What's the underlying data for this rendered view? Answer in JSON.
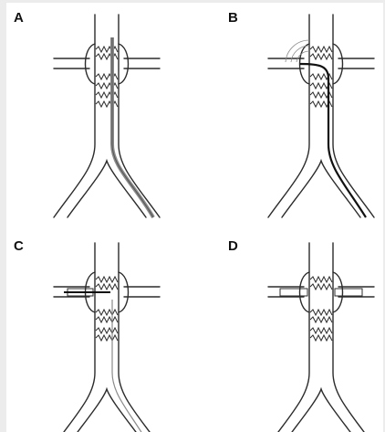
{
  "figure": {
    "panels": [
      {
        "label": "A"
      },
      {
        "label": "B"
      },
      {
        "label": "C"
      },
      {
        "label": "D"
      }
    ]
  },
  "colors": {
    "outline": "#2b2b2b",
    "wire": "#555555",
    "wire_dark": "#111111",
    "sheath": "#8a8a8a",
    "background": "#ffffff"
  }
}
